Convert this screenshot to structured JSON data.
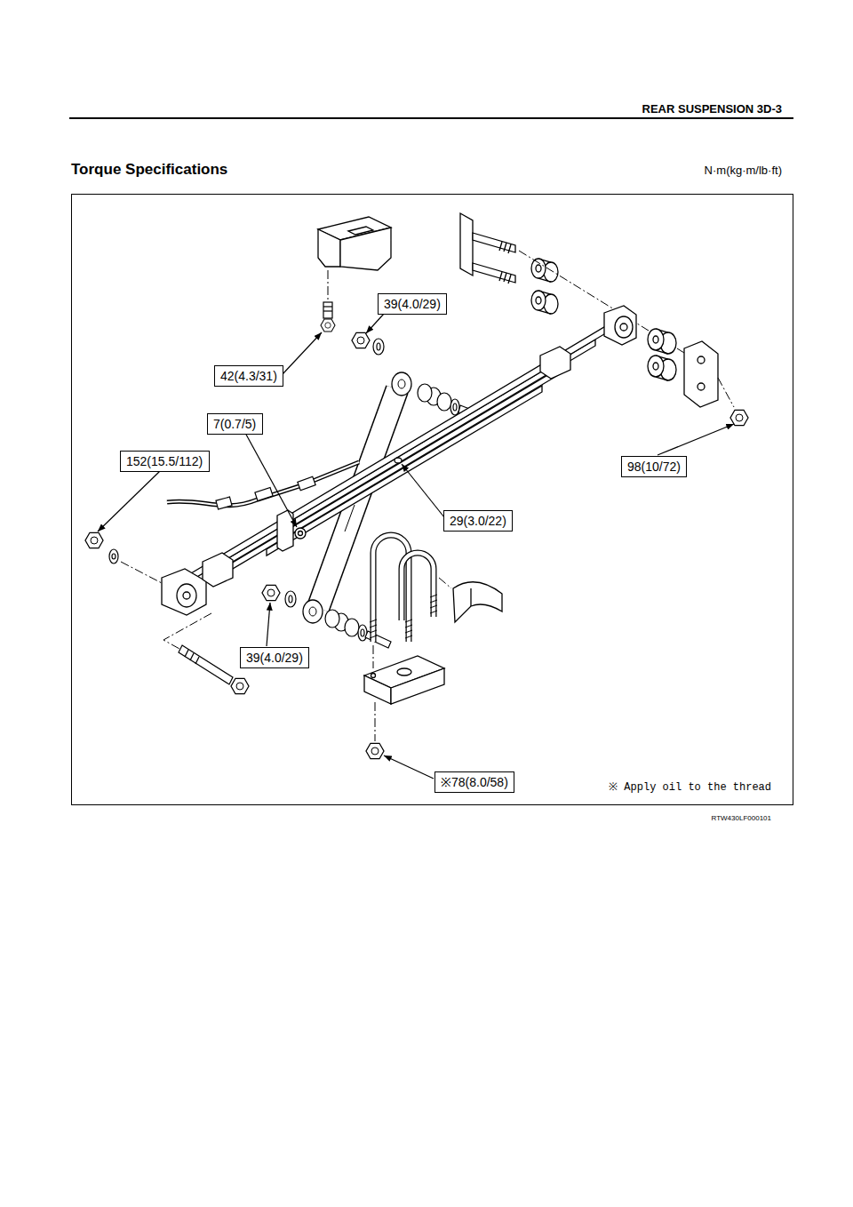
{
  "diagram": {
    "title": "Torque Specifications",
    "nodes": [
      {
        "text": [
          "※ Apply oil to the thread"
        ]
      },
      {
        "text": [
          "39(4.0/29)"
        ],
        "in": 0
      },
      {
        "text": [
          "42(4.3/31)"
        ],
        "in": 0
      },
      {
        "text": [
          "7(0.7/5)"
        ],
        "in": 0
      },
      {
        "text": [
          "152(15.5/112)"
        ],
        "in": 0
      },
      {
        "text": [
          "98(10/72)"
        ],
        "in": 0
      },
      {
        "text": [
          "29(3.0/22)"
        ],
        "in": 0
      },
      {
        "text": [
          "39(4.0/29)"
        ],
        "in": 0
      },
      {
        "text": [
          "※78(8.0/58)"
        ],
        "in": 0
      }
    ],
    "labels": [
      "REAR SUSPENSION 3D-3",
      "N·m(kg·m/lb·ft)",
      "RTW430LF000101"
    ]
  }
}
